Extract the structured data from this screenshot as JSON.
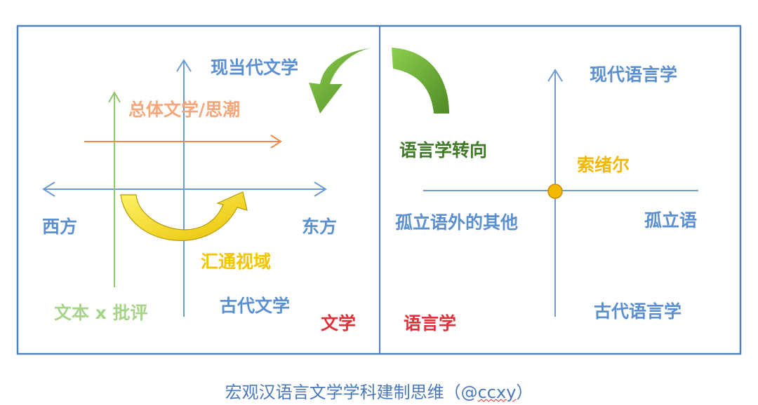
{
  "left_panel": {
    "axis_top": "现当代文学",
    "axis_bottom": "古代文学",
    "axis_left": "西方",
    "axis_right": "东方",
    "orange_line_label": "总体文学/思潮",
    "green_axis_label": "文本 x 批评",
    "yellow_arc_label": "汇通视域",
    "panel_title": "文学"
  },
  "right_panel": {
    "axis_top": "现代语言学",
    "axis_bottom": "古代语言学",
    "axis_left": "孤立语外的其他",
    "axis_right": "孤立语",
    "origin_label": "索绪尔",
    "panel_title": "语言学"
  },
  "turn_label": "语言学转向",
  "caption": {
    "text": "宏观汉语言文学学科建制思维（@",
    "handle": "ccxy",
    "close": "）"
  },
  "colors": {
    "frame": "#4f81bd",
    "axis_blue": "#6a9bd6",
    "label_blue": "#5b8fd0",
    "orange": "#f0894a",
    "orange_text": "#f4a77a",
    "green": "#8dc66b",
    "green_arrow": "#5a9a2e",
    "yellow": "#f5c400",
    "red": "#e0303a",
    "origin_dot": "#f5b800"
  }
}
